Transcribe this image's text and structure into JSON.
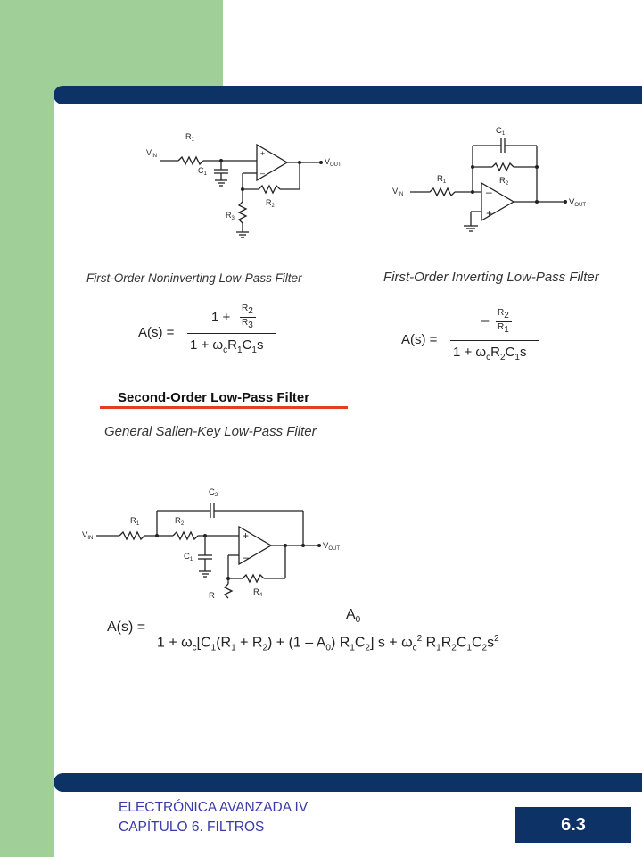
{
  "captions": {
    "first_noninv": "First-Order Noninverting Low-Pass Filter",
    "first_inv": "First-Order Inverting Low-Pass Filter",
    "second_order": "Second-Order Low-Pass Filter",
    "sallen_key": "General Sallen-Key Low-Pass Filter"
  },
  "equations": {
    "lhs": "A(s) =",
    "noninv_num_one": "1 +",
    "inv_num_minus": "–"
  },
  "circuit_labels": {
    "vin": "V",
    "vin_sub": "IN",
    "vout": "V",
    "vout_sub": "OUT",
    "r1": "R1",
    "r2": "R2",
    "r3": "R3",
    "r4": "R4",
    "c1": "C1",
    "c2": "C2",
    "r_partial": "R",
    "plus": "+",
    "minus": "–"
  },
  "footer": {
    "line1": "ELECTRÓNICA AVANZADA IV",
    "line2": "CAPÍTULO 6. FILTROS",
    "page": "6.3"
  },
  "colors": {
    "green": "#a0cf98",
    "bar": "#0d3266",
    "accent_line": "#e04020",
    "footer_text": "#3a3aa8"
  }
}
